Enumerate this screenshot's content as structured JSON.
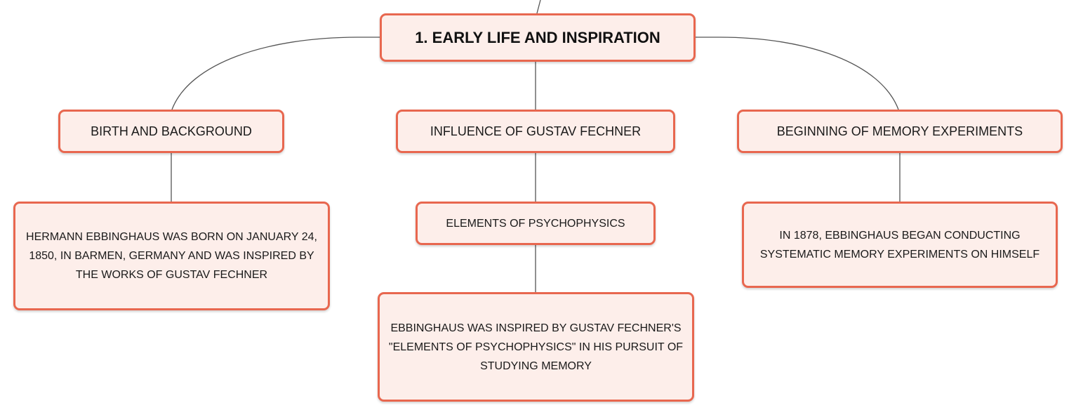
{
  "root": {
    "label": "1. EARLY LIFE AND INSPIRATION"
  },
  "branches": [
    {
      "label": "BIRTH AND BACKGROUND",
      "detail": "HERMANN EBBINGHAUS WAS BORN ON JANUARY 24, 1850, IN BARMEN, GERMANY AND WAS INSPIRED BY THE WORKS OF GUSTAV FECHNER"
    },
    {
      "label": "INFLUENCE OF GUSTAV FECHNER",
      "child": "ELEMENTS OF PSYCHOPHYSICS",
      "detail": "EBBINGHAUS WAS INSPIRED BY GUSTAV FECHNER'S \"ELEMENTS OF PSYCHOPHYSICS\" IN HIS PURSUIT OF STUDYING MEMORY"
    },
    {
      "label": "BEGINNING OF MEMORY EXPERIMENTS",
      "detail": "IN 1878, EBBINGHAUS BEGAN CONDUCTING SYSTEMATIC MEMORY EXPERIMENTS ON HIMSELF"
    }
  ],
  "colors": {
    "node_fill": "#fdeeea",
    "node_border": "#e8674f",
    "connector": "#555555"
  }
}
